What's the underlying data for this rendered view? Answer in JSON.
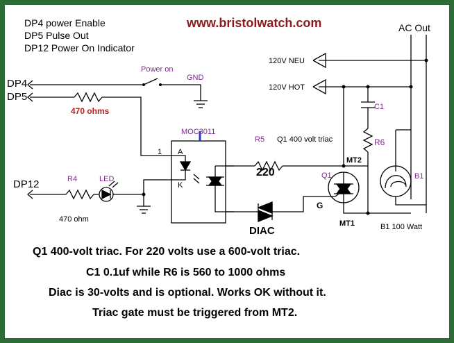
{
  "header": {
    "website": "www.bristolwatch.com",
    "legend_lines": [
      "DP4 power Enable",
      "DP5 Pulse Out",
      "DP12 Power On Indicator"
    ]
  },
  "labels": {
    "ac_out": "AC Out",
    "neu": "120V NEU",
    "hot": "120V HOT",
    "dp4": "DP4",
    "dp5": "DP5",
    "dp12": "DP12",
    "power_on": "Power on",
    "gnd": "GND",
    "r470": "470 ohms",
    "moc": "MOC3011",
    "pin_a": "A",
    "pin_k": "K",
    "pin1": "1",
    "r5": "R5",
    "r220": "220",
    "q1_desc": "Q1 400 volt triac",
    "c1": "C1",
    "r6": "R6",
    "mt2": "MT2",
    "q1": "Q1",
    "b1": "B1",
    "g": "G",
    "mt1": "MT1",
    "b1_desc": "B1 100 Watt",
    "r4": "R4",
    "led": "LED",
    "r4_val": "470 ohm",
    "diac": "DIAC"
  },
  "notes": [
    "Q1 400-volt triac. For 220 volts use a 600-volt triac.",
    "C1 0.1uf while R6 is 560 to 1000 ohms",
    "Diac is 30-volts and is optional. Works OK without it.",
    "Triac gate must be triggered from MT2."
  ],
  "colors": {
    "frame": "#2f6b34",
    "website": "#8b1a1a",
    "label_purple": "#7b2d8b",
    "label_red": "#b22222",
    "pin_blue": "#1f3fbf",
    "wire": "#000000"
  }
}
